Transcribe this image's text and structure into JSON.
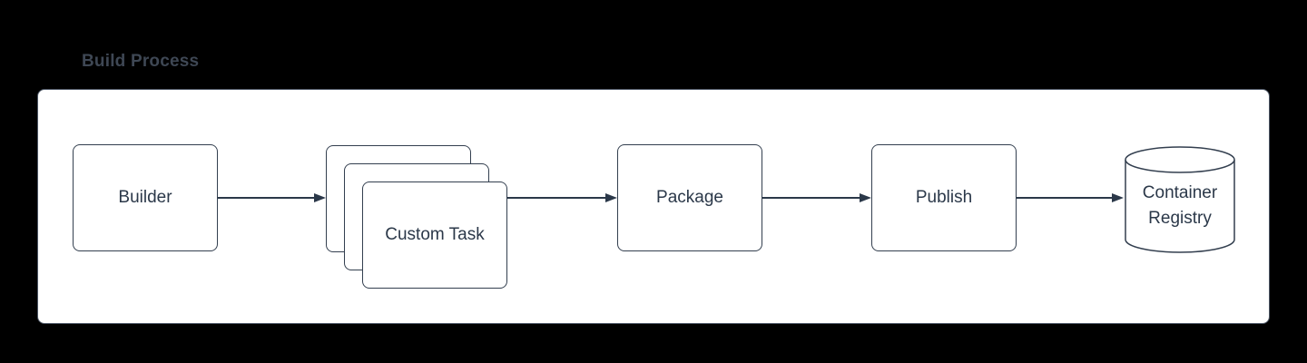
{
  "title": "Build Process",
  "colors": {
    "background": "#000000",
    "panel_bg": "#ffffff",
    "panel_border": "#4d5766",
    "shape_fill": "#ffffff",
    "shape_border": "#333f4f",
    "text": "#2b3849",
    "title_text": "#3e4754",
    "line": "#2b3849"
  },
  "nodes": {
    "builder": {
      "label": "Builder",
      "shape": "rounded-rectangle"
    },
    "custom_task": {
      "label": "Custom Task",
      "shape": "stacked-rounded-rectangles",
      "stack_count": 3
    },
    "package": {
      "label": "Package",
      "shape": "rounded-rectangle"
    },
    "publish": {
      "label": "Publish",
      "shape": "rounded-rectangle"
    },
    "container_registry": {
      "label": "Container Registry",
      "shape": "cylinder"
    }
  },
  "edges": [
    {
      "from": "Builder",
      "to": "Custom Task",
      "style": "arrow"
    },
    {
      "from": "Custom Task",
      "to": "Package",
      "style": "arrow"
    },
    {
      "from": "Package",
      "to": "Publish",
      "style": "arrow"
    },
    {
      "from": "Publish",
      "to": "Container Registry",
      "style": "arrow"
    }
  ]
}
